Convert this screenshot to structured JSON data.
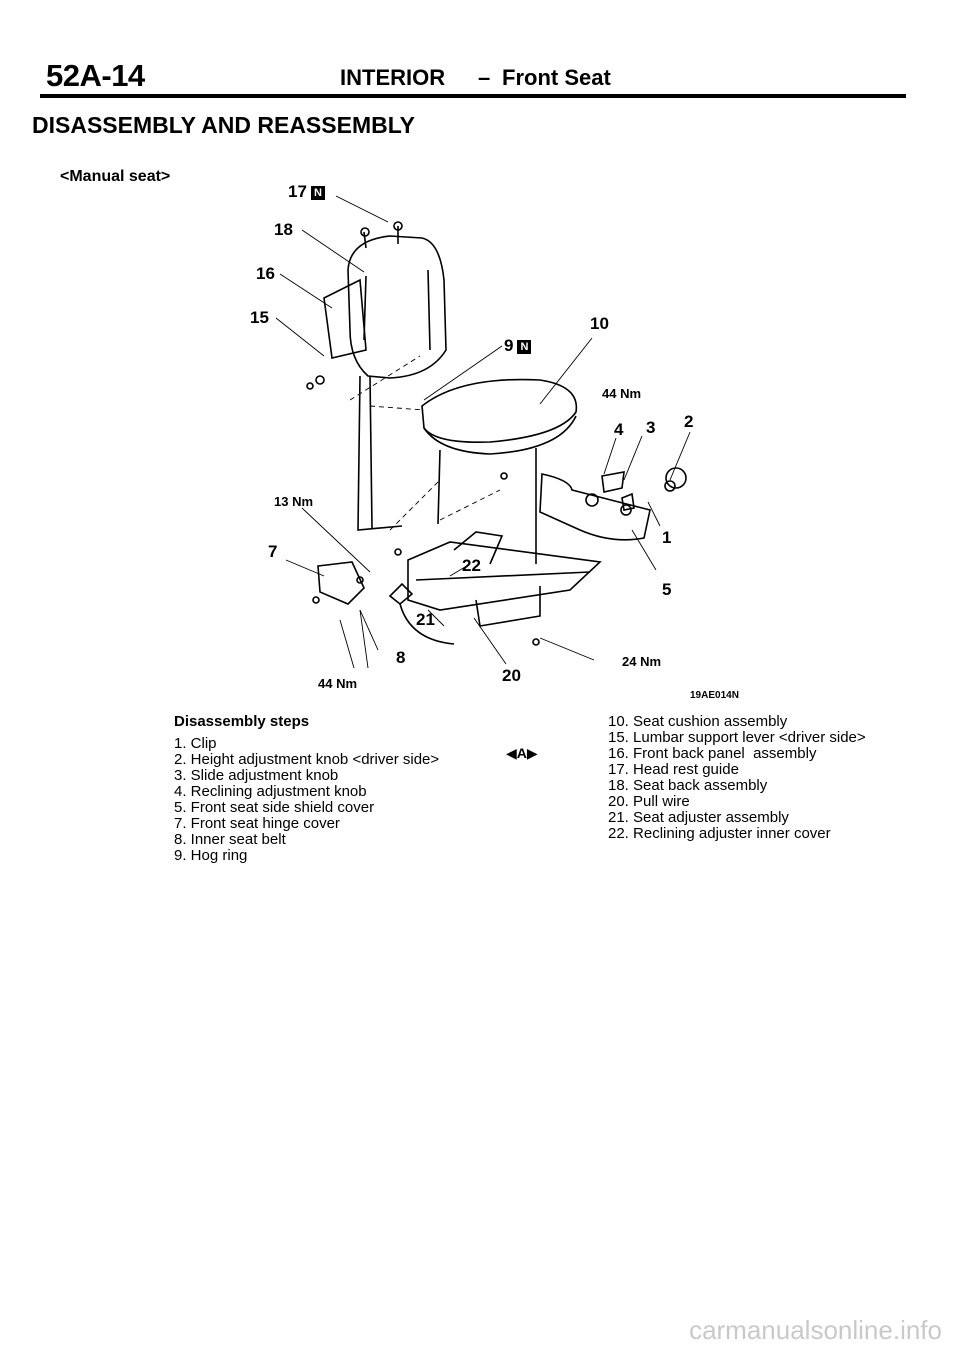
{
  "header": {
    "page_number": "52A-14",
    "section": "INTERIOR",
    "dash": "–",
    "subsection": "Front Seat"
  },
  "main_heading": "DISASSEMBLY AND REASSEMBLY",
  "subheading": "<Manual  seat>",
  "diagram": {
    "callouts": {
      "c17": "17",
      "c18": "18",
      "c16": "16",
      "c15": "15",
      "c10": "10",
      "c9": "9",
      "c4": "4",
      "c3": "3",
      "c2": "2",
      "c1": "1",
      "c5": "5",
      "c7": "7",
      "c22": "22",
      "c21": "21",
      "c8": "8",
      "c20": "20"
    },
    "n_mark": "N",
    "torques": {
      "t44_top": "44 Nm",
      "t13": "13 Nm",
      "t24": "24 Nm",
      "t44_bottom": "44 Nm"
    },
    "figure_code": "19AE014N"
  },
  "steps": {
    "title": "Disassembly  steps",
    "left": [
      "1. Clip",
      "2. Height adjustment knob <driver side>",
      "3. Slide adjustment knob",
      "4. Reclining adjustment knob",
      "5. Front seat side shield cover",
      "7. Front seat hinge cover",
      "8. Inner seat belt",
      "9. Hog ring"
    ],
    "right": [
      "10. Seat cushion assembly",
      "15. Lumbar support lever <driver side>",
      "16. Front back panel  assembly",
      "17. Head rest guide",
      "18. Seat back assembly",
      "20. Pull wire",
      "21. Seat adjuster assembly",
      "22. Reclining adjuster inner cover"
    ],
    "marker": "◀A▶"
  },
  "footer": {
    "site": "carmanualsonline.info"
  }
}
